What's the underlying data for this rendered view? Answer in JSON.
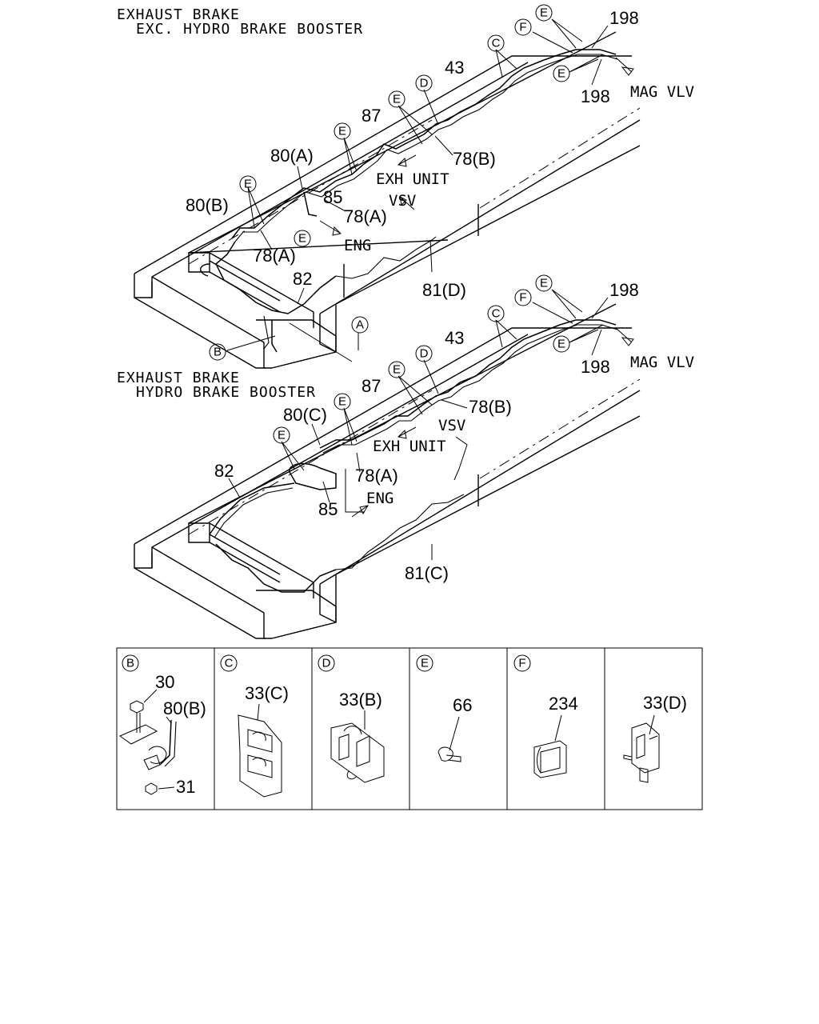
{
  "diagram": {
    "top": {
      "heading_line1": "EXHAUST BRAKE",
      "heading_line2": "EXC. HYDRO BRAKE BOOSTER",
      "labels": {
        "l198a": "198",
        "l198b": "198",
        "mag": "MAG VLV",
        "l43": "43",
        "l87": "87",
        "l78b": "78(B)",
        "exh": "EXH UNIT",
        "l80a": "80(A)",
        "l85": "85",
        "l78a1": "78(A)",
        "vsv": "VSV",
        "l80b": "80(B)",
        "eng": "ENG",
        "l78a2": "78(A)",
        "l82": "82",
        "l81d": "81(D)"
      },
      "callouts": {
        "e1": "E",
        "f1": "F",
        "e2": "E",
        "c1": "C",
        "d1": "D",
        "e3": "E",
        "e4": "E",
        "e5": "E",
        "e6": "E",
        "a1": "A",
        "b1": "B"
      }
    },
    "bottom": {
      "heading_line1": "EXHAUST BRAKE",
      "heading_line2": "HYDRO BRAKE BOOSTER",
      "labels": {
        "l198a": "198",
        "l198b": "198",
        "mag": "MAG VLV",
        "l43": "43",
        "l87": "87",
        "l78b": "78(B)",
        "exh": "EXH UNIT",
        "vsv": "VSV",
        "l80c": "80(C)",
        "l78a": "78(A)",
        "l82": "82",
        "l85": "85",
        "eng": "ENG",
        "l81c": "81(C)"
      },
      "callouts": {
        "e1": "E",
        "f1": "F",
        "e2": "E",
        "c1": "C",
        "d1": "D",
        "e3": "E",
        "e4": "E",
        "e5": "E"
      }
    },
    "detail_panels": [
      {
        "key": "B",
        "parts": [
          "30",
          "80(B)",
          "31"
        ]
      },
      {
        "key": "C",
        "parts": [
          "33(C)"
        ]
      },
      {
        "key": "D",
        "parts": [
          "33(B)"
        ]
      },
      {
        "key": "E",
        "parts": [
          "66"
        ]
      },
      {
        "key": "F",
        "parts": [
          "234"
        ]
      },
      {
        "key": "",
        "parts": [
          "33(D)"
        ]
      }
    ]
  }
}
